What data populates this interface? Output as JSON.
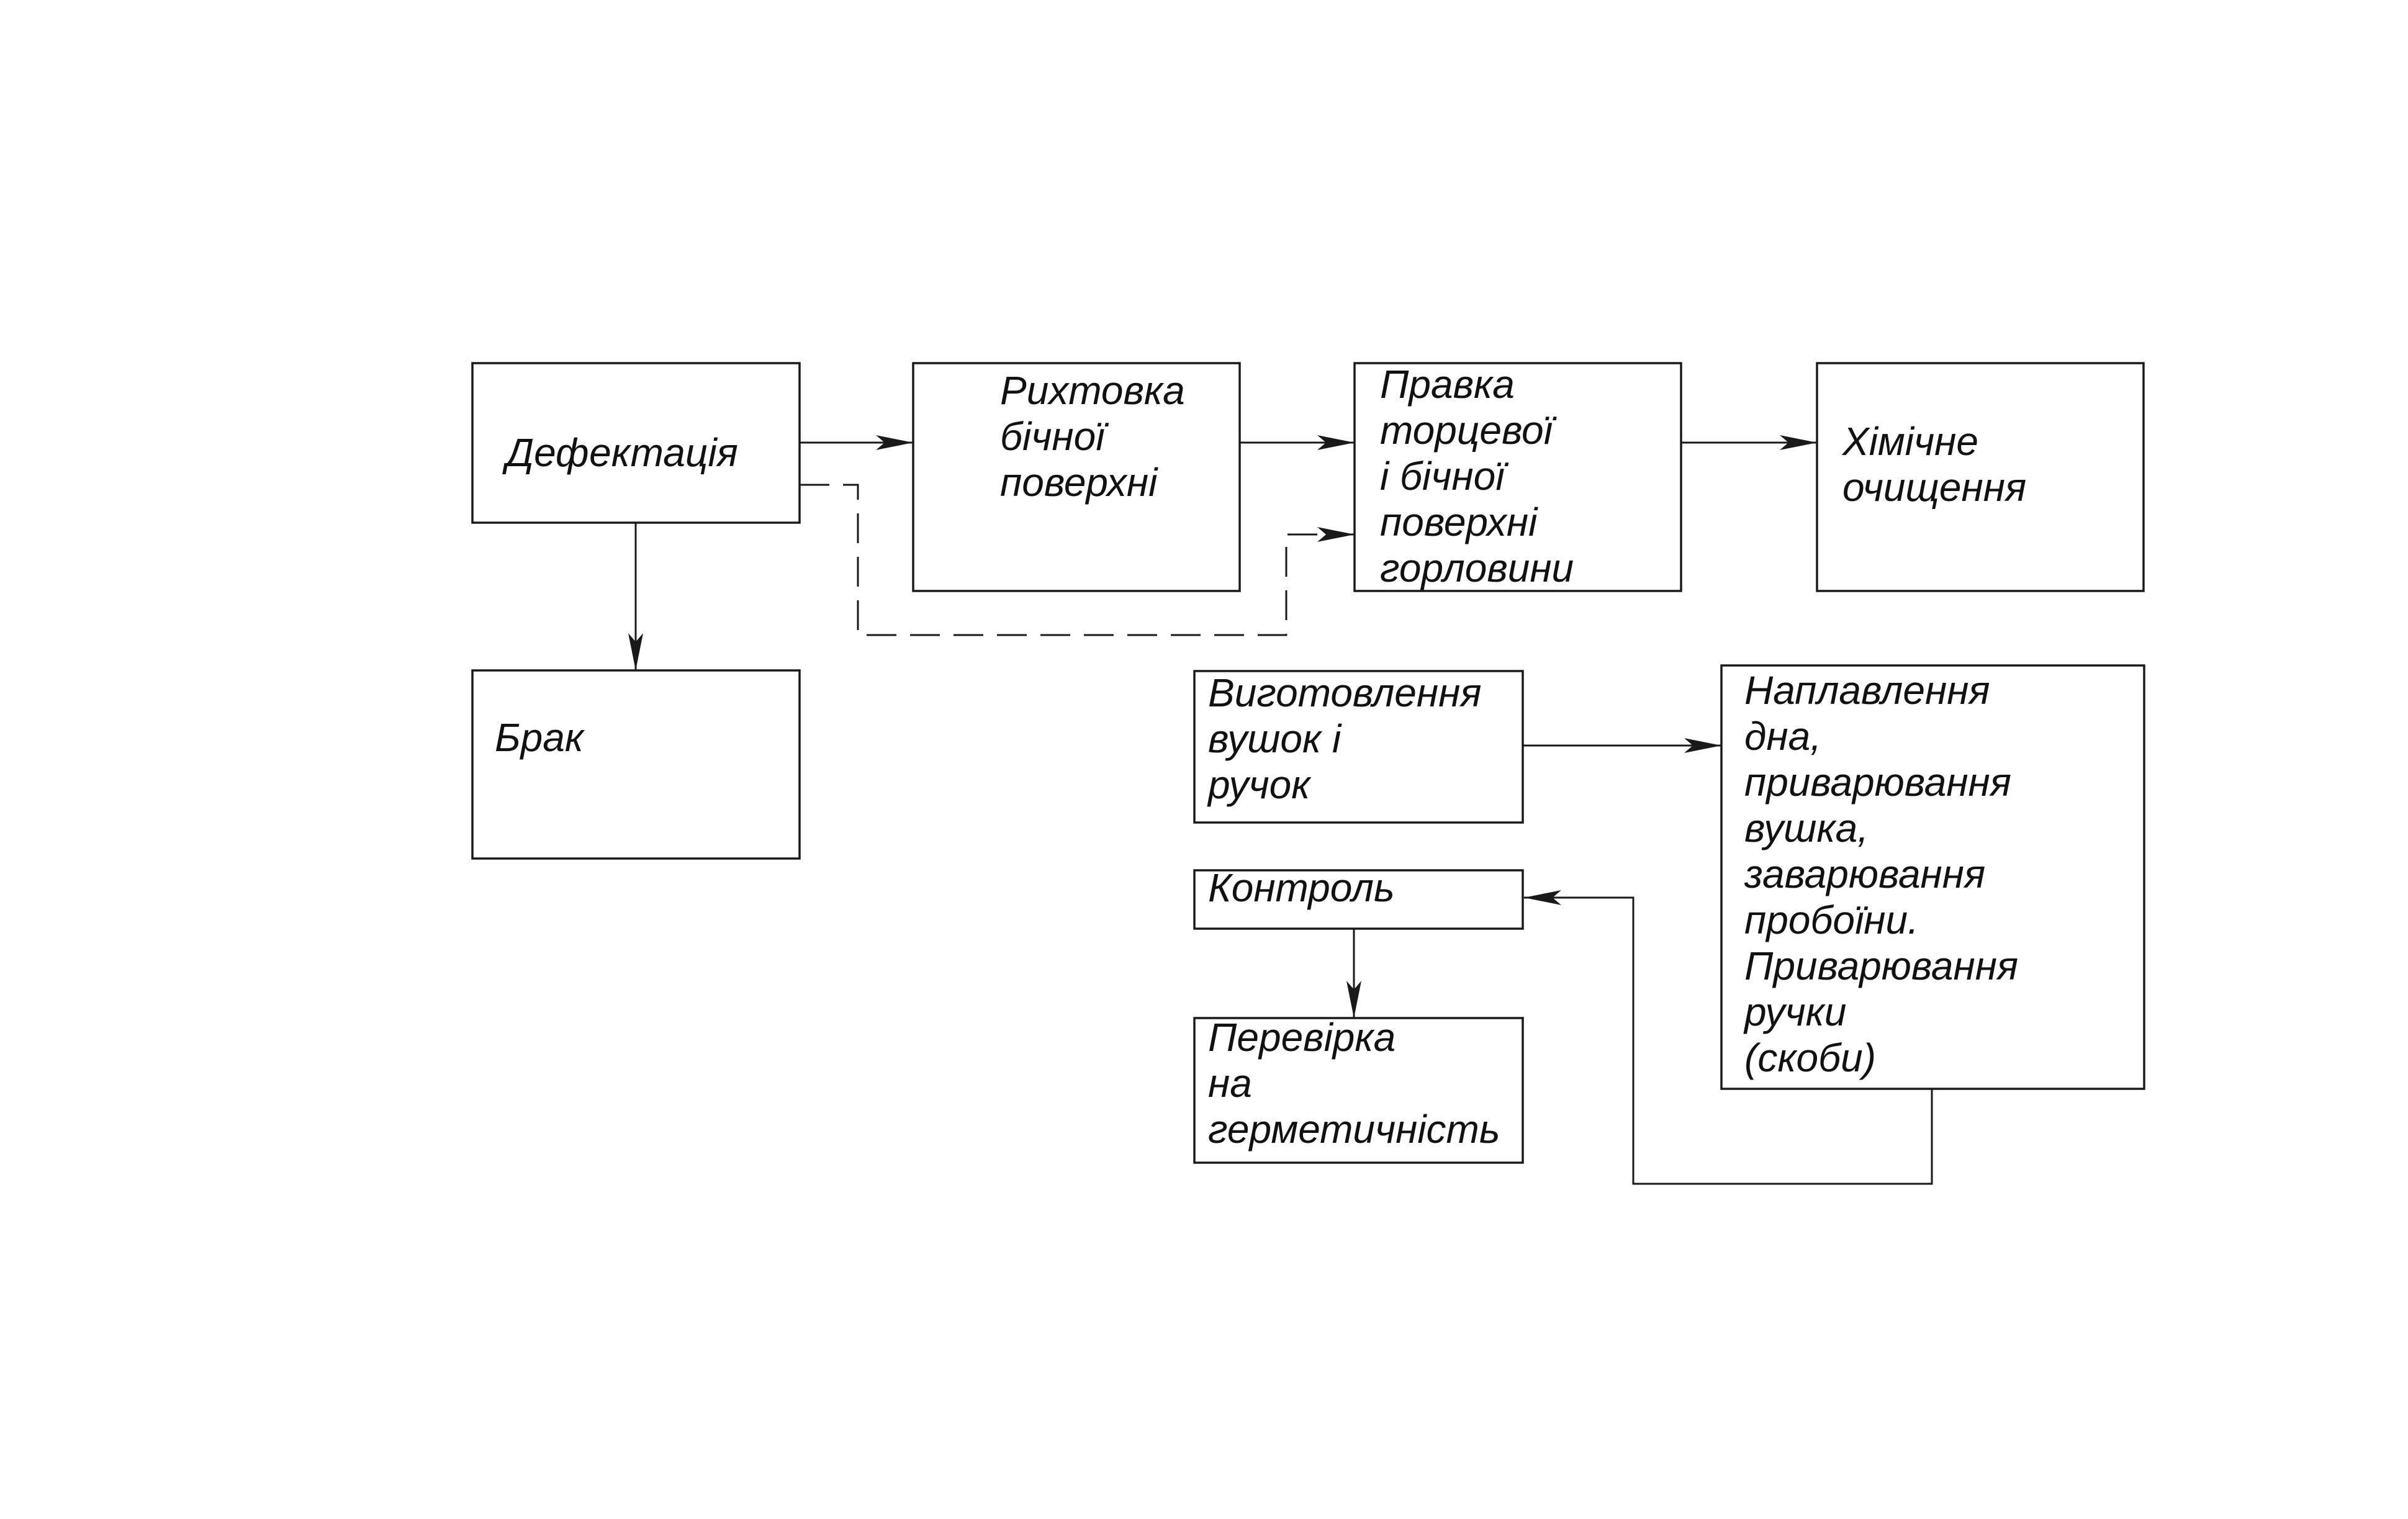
{
  "diagram": {
    "nodes": {
      "defektatsiya": {
        "lines": [
          "Дефектація"
        ]
      },
      "brak": {
        "lines": [
          "Брак"
        ]
      },
      "rykhtovka": {
        "lines": [
          "Рихтовка",
          "бічної",
          "поверхні"
        ]
      },
      "pravka": {
        "lines": [
          "Правка",
          "торцевої",
          "і бічної",
          "поверхні",
          "горловини"
        ]
      },
      "khimichne": {
        "lines": [
          "Хімічне",
          "очищення"
        ]
      },
      "vygotovlennya": {
        "lines": [
          "Виготовлення",
          "вушок і",
          "ручок"
        ]
      },
      "naplavlennya": {
        "lines": [
          "Наплавлення",
          "дна,",
          "приварювання",
          "вушка,",
          "заварювання",
          "пробоїни.",
          "Приварювання",
          "ручки",
          "(скоби)"
        ]
      },
      "kontrol": {
        "lines": [
          "Контроль"
        ]
      },
      "perevirka": {
        "lines": [
          "Перевірка",
          "на",
          "герметичність"
        ]
      }
    },
    "edges": [
      {
        "from": "defektatsiya",
        "to": "rykhtovka",
        "style": "solid"
      },
      {
        "from": "rykhtovka",
        "to": "pravka",
        "style": "solid"
      },
      {
        "from": "pravka",
        "to": "khimichne",
        "style": "solid"
      },
      {
        "from": "defektatsiya",
        "to": "brak",
        "style": "solid"
      },
      {
        "from": "defektatsiya",
        "to": "pravka",
        "style": "dashed"
      },
      {
        "from": "vygotovlennya",
        "to": "naplavlennya",
        "style": "solid"
      },
      {
        "from": "naplavlennya",
        "to": "kontrol",
        "style": "solid"
      },
      {
        "from": "kontrol",
        "to": "perevirka",
        "style": "solid"
      }
    ]
  }
}
